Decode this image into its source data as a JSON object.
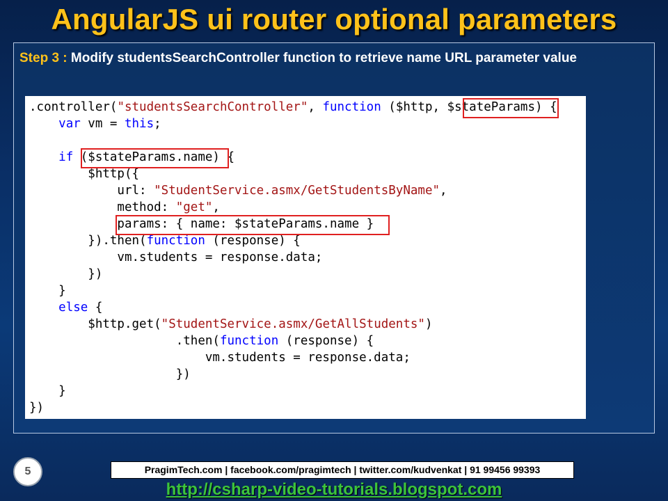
{
  "slide": {
    "title": "AngularJS ui router optional parameters",
    "step_lead": "Step 3 :",
    "step_text": " Modify studentsSearchController function to retrieve name URL parameter value",
    "code_lines": [
      ".controller(\"studentsSearchController\", function ($http, $stateParams) {",
      "    var vm = this;",
      "",
      "    if ($stateParams.name) {",
      "        $http({",
      "            url: \"StudentService.asmx/GetStudentsByName\",",
      "            method: \"get\",",
      "            params: { name: $stateParams.name }",
      "        }).then(function (response) {",
      "            vm.students = response.data;",
      "        })",
      "    }",
      "    else {",
      "        $http.get(\"StudentService.asmx/GetAllStudents\")",
      "                    .then(function (response) {",
      "                        vm.students = response.data;",
      "                    })",
      "    }",
      "})"
    ],
    "footer_contacts": "PragimTech.com | facebook.com/pragimtech  | twitter.com/kudvenkat  | 91 99456 99393",
    "blog_url": "http://csharp-video-tutorials.blogspot.com",
    "page_number": "5"
  },
  "colors": {
    "title": "#ffc21a",
    "keyword": "#0000ff",
    "string": "#a31515",
    "highlight_box": "#e02020",
    "url": "#3cc43c"
  }
}
